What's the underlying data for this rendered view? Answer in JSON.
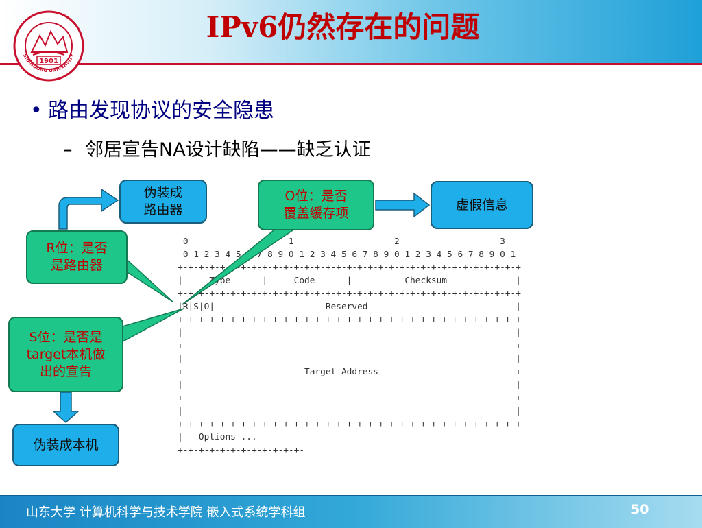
{
  "slide": {
    "title": "IPv6仍然存在的问题",
    "bullet_1": "路由发现协议的安全隐患",
    "bullet_2": "邻居宣告NA设计缺陷——缺乏认证",
    "bullet_dot": "•",
    "bullet_dash": "–"
  },
  "logo": {
    "text_year": "1901",
    "text_en": "SHANDONG UNIVERSITY",
    "color": "#c8102e"
  },
  "packet_diagram": {
    "lines": [
      "    0                   1                   2                   3",
      "    0 1 2 3 4 5 6 7 8 9 0 1 2 3 4 5 6 7 8 9 0 1 2 3 4 5 6 7 8 9 0 1",
      "   +-+-+-+-+-+-+-+-+-+-+-+-+-+-+-+-+-+-+-+-+-+-+-+-+-+-+-+-+-+-+-+-+",
      "   |     Type      |     Code      |          Checksum             |",
      "   +-+-+-+-+-+-+-+-+-+-+-+-+-+-+-+-+-+-+-+-+-+-+-+-+-+-+-+-+-+-+-+-+",
      "   |R|S|O|                     Reserved                            |",
      "   +-+-+-+-+-+-+-+-+-+-+-+-+-+-+-+-+-+-+-+-+-+-+-+-+-+-+-+-+-+-+-+-+",
      "   |                                                               |",
      "   +                                                               +",
      "   |                                                               |",
      "   +                       Target Address                          +",
      "   |                                                               |",
      "   +                                                               +",
      "   |                                                               |",
      "   +-+-+-+-+-+-+-+-+-+-+-+-+-+-+-+-+-+-+-+-+-+-+-+-+-+-+-+-+-+-+-+-+",
      "   |   Options ...",
      "   +-+-+-+-+-+-+-+-+-+-+-+-"
    ]
  },
  "callouts": {
    "fake_router": "伪装成\n路由器",
    "o_flag": "O位：是否\n覆盖缓存项",
    "false_info": "虚假信息",
    "r_flag": "R位：是否\n是路由器",
    "s_flag": "S位：是否是\ntarget本机做\n出的宣告",
    "fake_host": "伪装成本机"
  },
  "colors": {
    "title": "#c00000",
    "cyan_box": "#1eaeea",
    "green_box": "#1fc68a",
    "green_text": "#c00000"
  },
  "footer": {
    "text": "山东大学  计算机科学与技术学院 嵌入式系统学科组",
    "page_number": "50"
  }
}
